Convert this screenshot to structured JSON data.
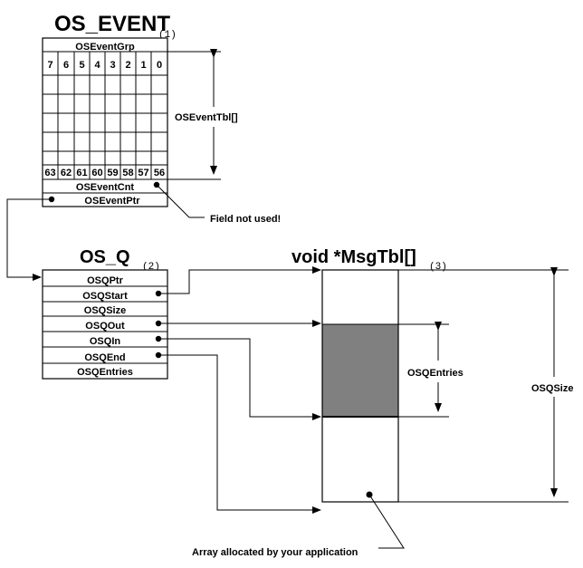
{
  "os_event": {
    "title": "OS_EVENT",
    "note_num": "(1)",
    "grp_label": "OSEventGrp",
    "bit_labels": [
      "7",
      "6",
      "5",
      "4",
      "3",
      "2",
      "1",
      "0"
    ],
    "bottom_labels": [
      "63",
      "62",
      "61",
      "60",
      "59",
      "58",
      "57",
      "56"
    ],
    "cnt_label": "OSEventCnt",
    "ptr_label": "OSEventPtr",
    "tbl_label": "OSEventTbl[]"
  },
  "field_not_used": "Field not used!",
  "os_q": {
    "title": "OS_Q",
    "note_num": "(2)",
    "fields": [
      "OSQPtr",
      "OSQStart",
      "OSQSize",
      "OSQOut",
      "OSQIn",
      "OSQEnd",
      "OSQEntries"
    ]
  },
  "msg_tbl": {
    "title": "void *MsgTbl[]",
    "note_num": "(3)",
    "entries_label": "OSQEntries",
    "size_label": "OSQSize",
    "caption": "Array allocated by your application"
  },
  "colors": {
    "filled_region": "#808080",
    "line": "#000000"
  }
}
